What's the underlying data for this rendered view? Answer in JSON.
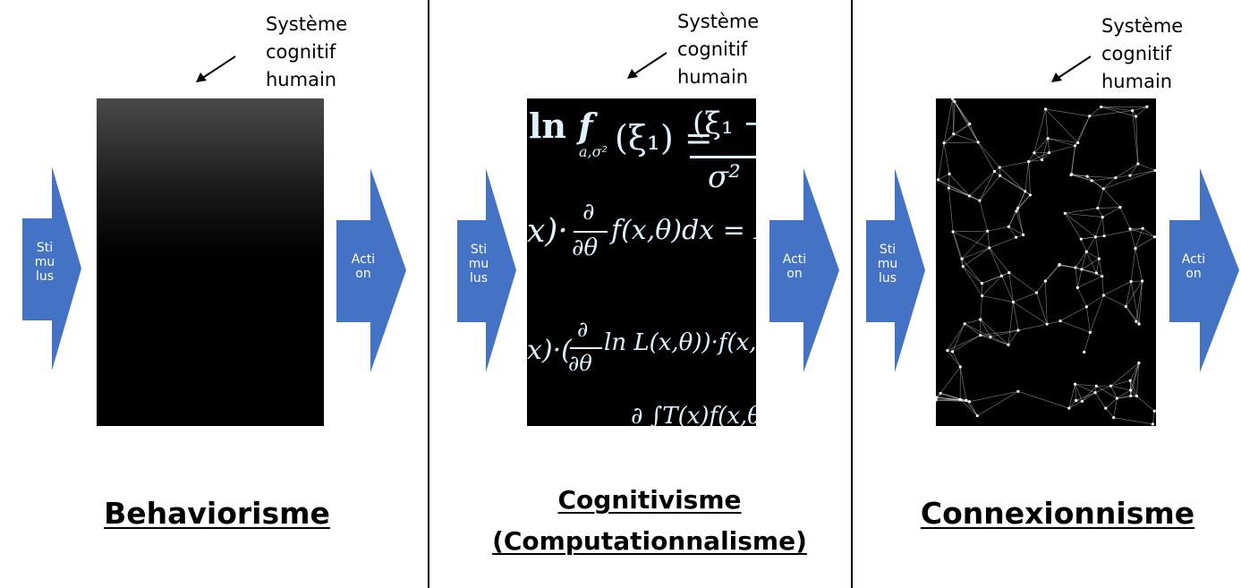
{
  "panels": [
    {
      "system_label": [
        "Système",
        "cognitif",
        "humain"
      ],
      "input_label": [
        "Sti",
        "mu",
        "lus"
      ],
      "output_label": [
        "Acti",
        "on"
      ],
      "title": [
        "Behaviorisme"
      ]
    },
    {
      "system_label": [
        "Système",
        "cognitif",
        "humain"
      ],
      "input_label": [
        "Sti",
        "mu",
        "lus"
      ],
      "output_label": [
        "Acti",
        "on"
      ],
      "title": [
        "Cognitivisme",
        "(Computationnalisme)"
      ]
    },
    {
      "system_label": [
        "Système",
        "cognitif",
        "humain"
      ],
      "input_label": [
        "Sti",
        "mu",
        "lus"
      ],
      "output_label": [
        "Acti",
        "on"
      ],
      "title": [
        "Connexionnisme"
      ]
    }
  ],
  "colors": {
    "arrow": "#4472c4",
    "black_box": "#000000",
    "formula_text": "#dff3ff",
    "network_lines": "#ffffff"
  },
  "icons": {
    "pointer": "pointer-arrow-icon",
    "arrow": "block-arrow-icon"
  }
}
